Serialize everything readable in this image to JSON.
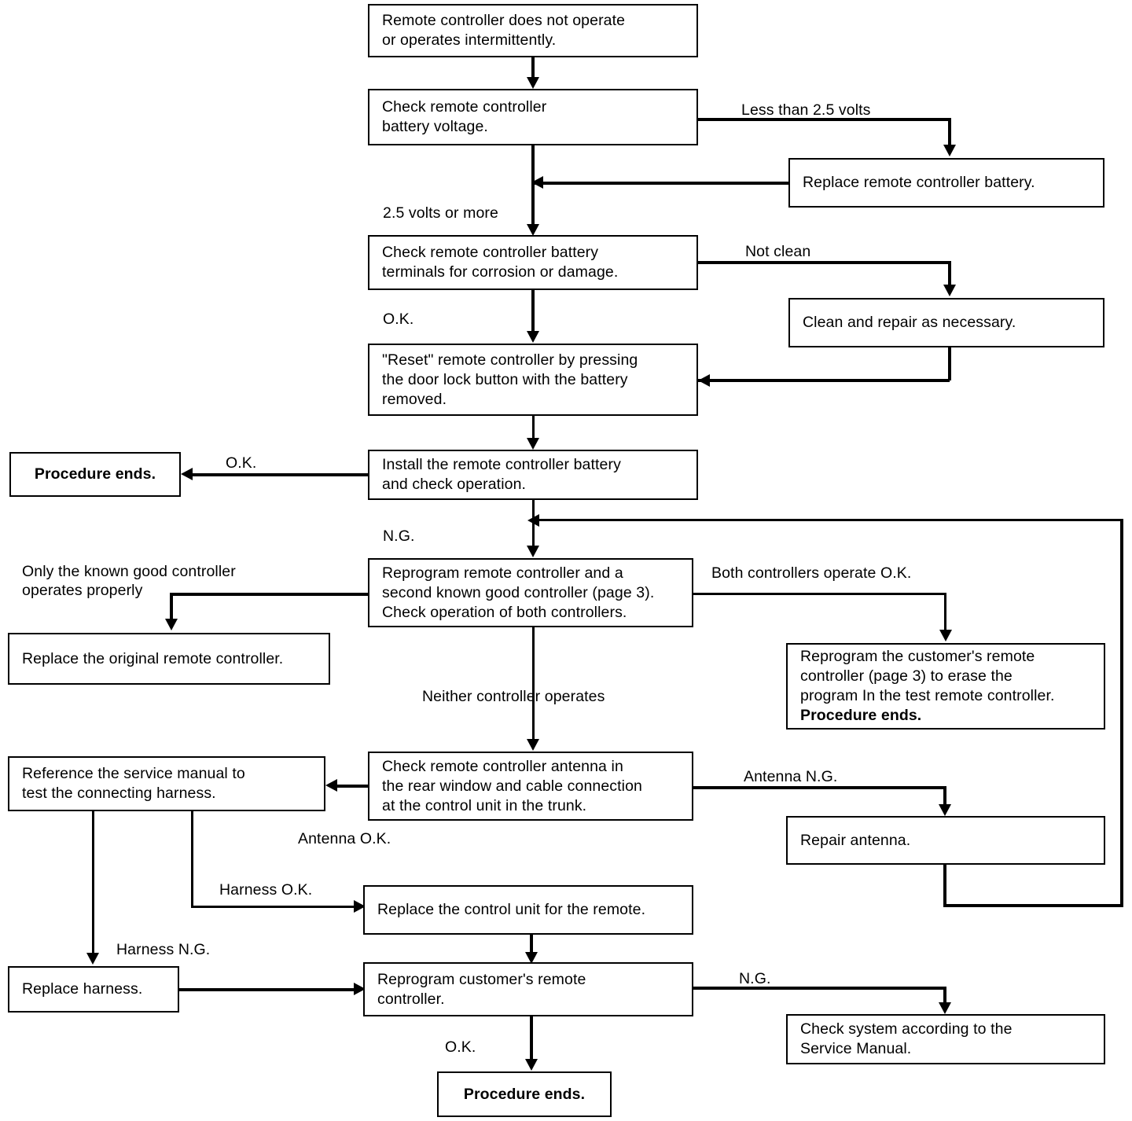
{
  "diagram": {
    "title": "Remote controller troubleshooting flowchart",
    "ink_color": "#000000",
    "background_color": "#ffffff",
    "nodes": [
      {
        "id": "n1",
        "text": "Remote controller does not operate\nor operates intermittently."
      },
      {
        "id": "n2",
        "text": "Check remote controller\nbattery voltage."
      },
      {
        "id": "n3",
        "text": "Replace remote controller battery."
      },
      {
        "id": "n4",
        "text": "Check remote controller battery\nterminals for corrosion or damage."
      },
      {
        "id": "n5",
        "text": "Clean and repair as necessary."
      },
      {
        "id": "n6",
        "text": "\"Reset\" remote controller by pressing\nthe door lock button with the battery\nremoved."
      },
      {
        "id": "n7",
        "text": "Install the remote controller battery\nand check operation."
      },
      {
        "id": "n8",
        "text": "Procedure ends."
      },
      {
        "id": "n9",
        "text": "Reprogram remote controller and a\nsecond known good controller (page 3).\nCheck operation of both controllers."
      },
      {
        "id": "n10",
        "text": "Replace the original remote controller."
      },
      {
        "id": "n11",
        "text": "Reprogram the customer's remote\ncontroller (page 3) to erase the\nprogram In the test remote controller.",
        "text_bold_line": "Procedure ends."
      },
      {
        "id": "n12",
        "text": "Check remote controller antenna in\nthe rear window and cable connection\nat the control unit in the trunk."
      },
      {
        "id": "n13",
        "text": "Reference the service manual to\ntest the connecting harness."
      },
      {
        "id": "n14",
        "text": "Repair antenna."
      },
      {
        "id": "n15",
        "text": "Replace the control unit for the remote."
      },
      {
        "id": "n16",
        "text": "Replace harness."
      },
      {
        "id": "n17",
        "text": "Reprogram customer's remote\ncontroller."
      },
      {
        "id": "n18",
        "text": "Check system according to the\nService Manual."
      },
      {
        "id": "n19",
        "text": "Procedure ends."
      }
    ],
    "edge_labels": [
      {
        "id": "e1",
        "text": "Less than 2.5 volts"
      },
      {
        "id": "e2",
        "text": "2.5 volts or more"
      },
      {
        "id": "e3",
        "text": "Not clean"
      },
      {
        "id": "e4",
        "text": "O.K."
      },
      {
        "id": "e5",
        "text": "O.K."
      },
      {
        "id": "e6",
        "text": "N.G."
      },
      {
        "id": "e7",
        "text": "Only the known good controller\noperates properly"
      },
      {
        "id": "e8",
        "text": "Both controllers operate O.K."
      },
      {
        "id": "e9",
        "text": "Neither controller operates"
      },
      {
        "id": "e10",
        "text": "Antenna N.G."
      },
      {
        "id": "e11",
        "text": "Antenna O.K."
      },
      {
        "id": "e12",
        "text": "Harness O.K."
      },
      {
        "id": "e13",
        "text": "Harness N.G."
      },
      {
        "id": "e14",
        "text": "N.G."
      },
      {
        "id": "e15",
        "text": "O.K."
      }
    ]
  }
}
